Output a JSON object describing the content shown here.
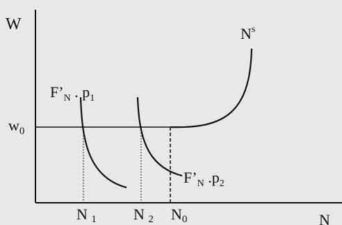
{
  "diagram": {
    "y_axis_label": "W",
    "x_axis_label": "N",
    "wage_level": {
      "base": "w",
      "sub": "0"
    },
    "supply_curve": {
      "base": "N",
      "sup": "s"
    },
    "demand_curve_1": {
      "base": "F’",
      "sub": "N",
      "mid": " . p",
      "sub2": "1"
    },
    "demand_curve_2": {
      "base": "F’",
      "sub": "N",
      "mid": " .p",
      "sub2": "2"
    },
    "tick_n1": {
      "base": "N ",
      "sub": "1"
    },
    "tick_n2": {
      "base": "N ",
      "sub": "2"
    },
    "tick_n0": {
      "base": "N",
      "sub": "0"
    }
  }
}
